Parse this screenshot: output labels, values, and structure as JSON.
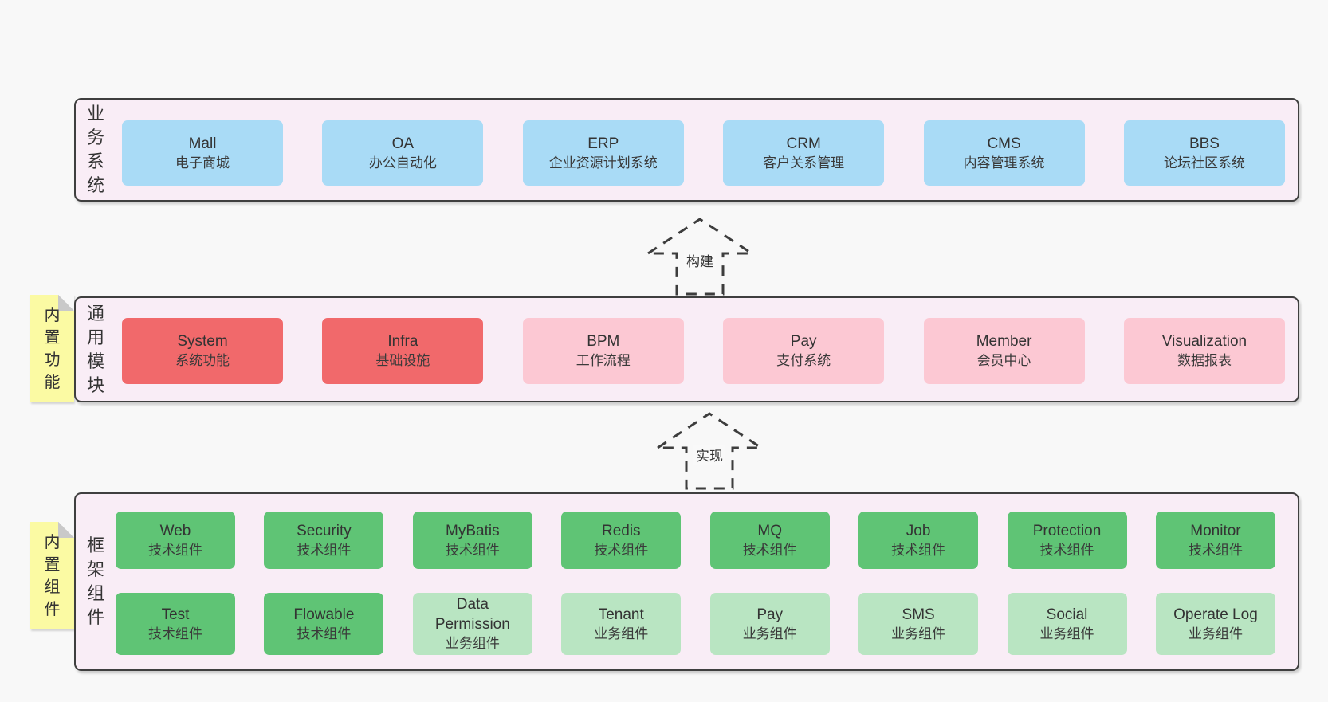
{
  "diagram": {
    "arrows": [
      {
        "label": "构建"
      },
      {
        "label": "实现"
      }
    ],
    "bands": [
      {
        "label": "业务系统",
        "boxes": [
          {
            "name": "Mall",
            "subtitle": "电子商城"
          },
          {
            "name": "OA",
            "subtitle": "办公自动化"
          },
          {
            "name": "ERP",
            "subtitle": "企业资源计划系统"
          },
          {
            "name": "CRM",
            "subtitle": "客户关系管理"
          },
          {
            "name": "CMS",
            "subtitle": "内容管理系统"
          },
          {
            "name": "BBS",
            "subtitle": "论坛社区系统"
          }
        ]
      },
      {
        "label": "通用模块",
        "sticky": "内置功能",
        "boxes": [
          {
            "name": "System",
            "subtitle": "系统功能",
            "emphasis": true
          },
          {
            "name": "Infra",
            "subtitle": "基础设施",
            "emphasis": true
          },
          {
            "name": "BPM",
            "subtitle": "工作流程"
          },
          {
            "name": "Pay",
            "subtitle": "支付系统"
          },
          {
            "name": "Member",
            "subtitle": "会员中心"
          },
          {
            "name": "Visualization",
            "subtitle": "数据报表"
          }
        ]
      },
      {
        "label": "框架组件",
        "sticky": "内置组件",
        "row1": [
          {
            "name": "Web",
            "subtitle": "技术组件"
          },
          {
            "name": "Security",
            "subtitle": "技术组件"
          },
          {
            "name": "MyBatis",
            "subtitle": "技术组件"
          },
          {
            "name": "Redis",
            "subtitle": "技术组件"
          },
          {
            "name": "MQ",
            "subtitle": "技术组件"
          },
          {
            "name": "Job",
            "subtitle": "技术组件"
          },
          {
            "name": "Protection",
            "subtitle": "技术组件"
          },
          {
            "name": "Monitor",
            "subtitle": "技术组件"
          }
        ],
        "row2": [
          {
            "name": "Test",
            "subtitle": "技术组件"
          },
          {
            "name": "Flowable",
            "subtitle": "技术组件"
          },
          {
            "name": "Data Permission",
            "subtitle": "业务组件"
          },
          {
            "name": "Tenant",
            "subtitle": "业务组件"
          },
          {
            "name": "Pay",
            "subtitle": "业务组件"
          },
          {
            "name": "SMS",
            "subtitle": "业务组件"
          },
          {
            "name": "Social",
            "subtitle": "业务组件"
          },
          {
            "name": "Operate Log",
            "subtitle": "业务组件"
          }
        ]
      }
    ],
    "colors": {
      "page_bg": "#f8f8f8",
      "band_bg": "#f9edf6",
      "band_border": "#3f3f3f",
      "blue_box": "#a9dbf6",
      "red_box": "#f1696b",
      "pink_box": "#fcc8d3",
      "green_box": "#5fc475",
      "light_green_box": "#b9e5c2",
      "sticky_yellow": "#fbfaa3",
      "text": "#353535"
    }
  }
}
